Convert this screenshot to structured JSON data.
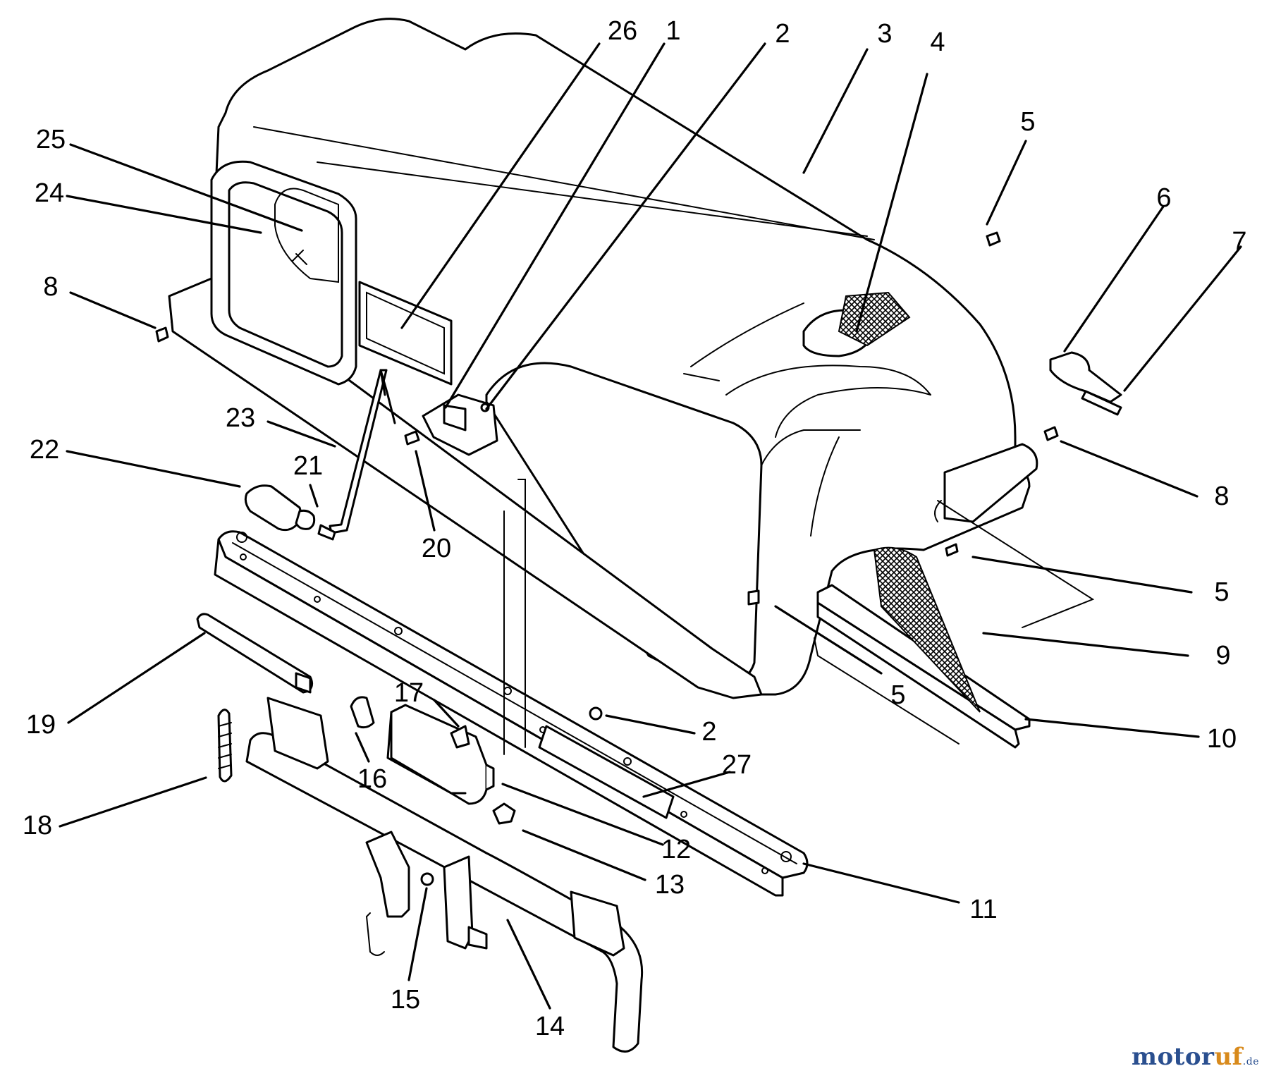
{
  "watermark": {
    "brand_a": "motor",
    "brand_b": "uf",
    "suffix": ".de",
    "colors": {
      "primary": "#2a4f8f",
      "accent": "#d88a1c"
    }
  },
  "callouts": [
    {
      "id": "c26a",
      "label": "26"
    },
    {
      "id": "c1",
      "label": "1"
    },
    {
      "id": "c2a",
      "label": "2"
    },
    {
      "id": "c3",
      "label": "3"
    },
    {
      "id": "c4",
      "label": "4"
    },
    {
      "id": "c5a",
      "label": "5"
    },
    {
      "id": "c6",
      "label": "6"
    },
    {
      "id": "c7",
      "label": "7"
    },
    {
      "id": "c25",
      "label": "25"
    },
    {
      "id": "c24",
      "label": "24"
    },
    {
      "id": "c8a",
      "label": "8"
    },
    {
      "id": "c8b",
      "label": "8"
    },
    {
      "id": "c23",
      "label": "23"
    },
    {
      "id": "c22",
      "label": "22"
    },
    {
      "id": "c21",
      "label": "21"
    },
    {
      "id": "c20",
      "label": "20"
    },
    {
      "id": "c5b",
      "label": "5"
    },
    {
      "id": "c5c",
      "label": "5"
    },
    {
      "id": "c9",
      "label": "9"
    },
    {
      "id": "c19",
      "label": "19"
    },
    {
      "id": "c17",
      "label": "17"
    },
    {
      "id": "c2b",
      "label": "2"
    },
    {
      "id": "c27",
      "label": "27"
    },
    {
      "id": "c10",
      "label": "10"
    },
    {
      "id": "c16",
      "label": "16"
    },
    {
      "id": "c18",
      "label": "18"
    },
    {
      "id": "c12",
      "label": "12"
    },
    {
      "id": "c13",
      "label": "13"
    },
    {
      "id": "c11",
      "label": "11"
    },
    {
      "id": "c15",
      "label": "15"
    },
    {
      "id": "c14",
      "label": "14"
    }
  ]
}
